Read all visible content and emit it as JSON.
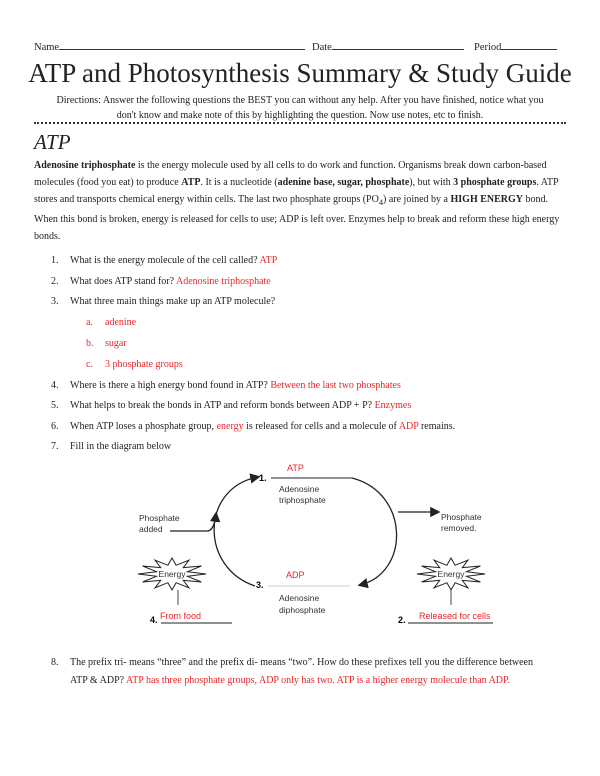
{
  "header": {
    "name_label": "Name",
    "date_label": "Date",
    "period_label": "Period"
  },
  "title": "ATP and Photosynthesis Summary & Study Guide",
  "directions": [
    "Directions: Answer the following questions the BEST you can without any help.  After you have finished, notice what you",
    "don't know and make note of this by highlighting the question.  Now use notes, etc to finish."
  ],
  "section_heading": "ATP",
  "intro": {
    "b1": "Adenosine triphosphate",
    "t1": " is the energy molecule used by all cells to do work and function. Organisms break down carbon-based molecules (food you eat) to produce ",
    "b2": "ATP",
    "t2": ". It is a nucleotide (",
    "b3": "adenine base, sugar, phosphate",
    "t3": "), but with ",
    "b4": "3 phosphate groups",
    "t4": ". ATP stores and transports chemical energy within cells. The last two phosphate groups (PO",
    "sub": "4",
    "t5": ") are joined by a ",
    "b5": "HIGH ENERGY",
    "t6": " bond. When this bond is broken, energy is released for cells to use; ADP is left over. Enzymes help to break and reform these high energy bonds."
  },
  "questions": [
    {
      "num": "1.",
      "text": "What is the energy molecule of the cell called? ",
      "answer": "ATP"
    },
    {
      "num": "2.",
      "text": "What does ATP stand for? ",
      "answer": "Adenosine triphosphate"
    },
    {
      "num": "3.",
      "text": "What three main things make up an ATP molecule?",
      "answer": ""
    },
    {
      "num": "4.",
      "text": "Where is there a high energy bond found in ATP? ",
      "answer": "Between the last two phosphates"
    },
    {
      "num": "5.",
      "text": "What helps to break the bonds in ATP and reform bonds between ADP + P? ",
      "answer": "Enzymes"
    },
    {
      "num": "6.",
      "text": "When ATP loses a phosphate group, ",
      "answer": "energy",
      "text2": " is released for cells and a molecule of  ",
      "answer2": "ADP",
      "text3": " remains."
    },
    {
      "num": "7.",
      "text": "Fill in the diagram below",
      "answer": ""
    },
    {
      "num": "8.",
      "text": "The prefix tri- means “three” and the prefix di- means “two”. How do these prefixes tell you the difference between",
      "text2": "ATP & ADP?  ",
      "answer": "ATP has three phosphate groups, ADP only has two. ATP is a higher energy molecule than ADP."
    }
  ],
  "sub_answers": [
    {
      "letter": "a.",
      "answer": "adenine"
    },
    {
      "letter": "b.",
      "answer": "sugar"
    },
    {
      "letter": "c.",
      "answer": "3 phosphate groups"
    }
  ],
  "diagram": {
    "n1": "1.",
    "atp_answer": "ATP",
    "atp_label": [
      "Adenosine",
      "triphosphate"
    ],
    "n3": "3.",
    "adp_answer": "ADP",
    "adp_label": [
      "Adenosine",
      "diphosphate"
    ],
    "phosphate_added": [
      "Phosphate",
      "added"
    ],
    "phosphate_removed": [
      "Phosphate",
      "removed."
    ],
    "energy_label": "Energy",
    "n4": "4.",
    "blank4_answer": "From food",
    "n2": "2.",
    "blank2_answer": "Released for cells"
  },
  "colors": {
    "answer": "#e8262a"
  }
}
